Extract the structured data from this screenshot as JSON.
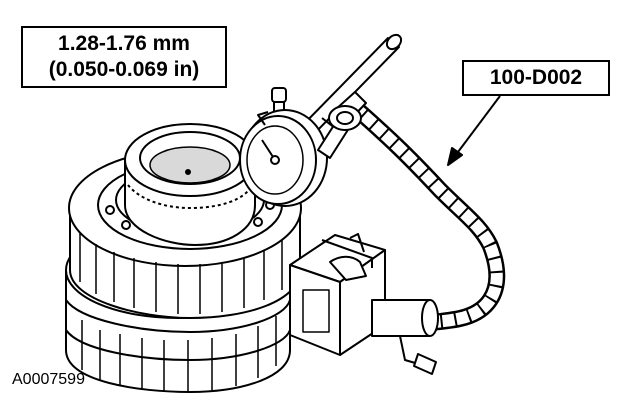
{
  "spec": {
    "metric": "1.28-1.76 mm",
    "imperial": "(0.050-0.069 in)"
  },
  "tool_label": "100-D002",
  "figure_id": "A0007599",
  "colors": {
    "ink": "#000000",
    "paper": "#ffffff",
    "shade": "#d9d9d9"
  }
}
